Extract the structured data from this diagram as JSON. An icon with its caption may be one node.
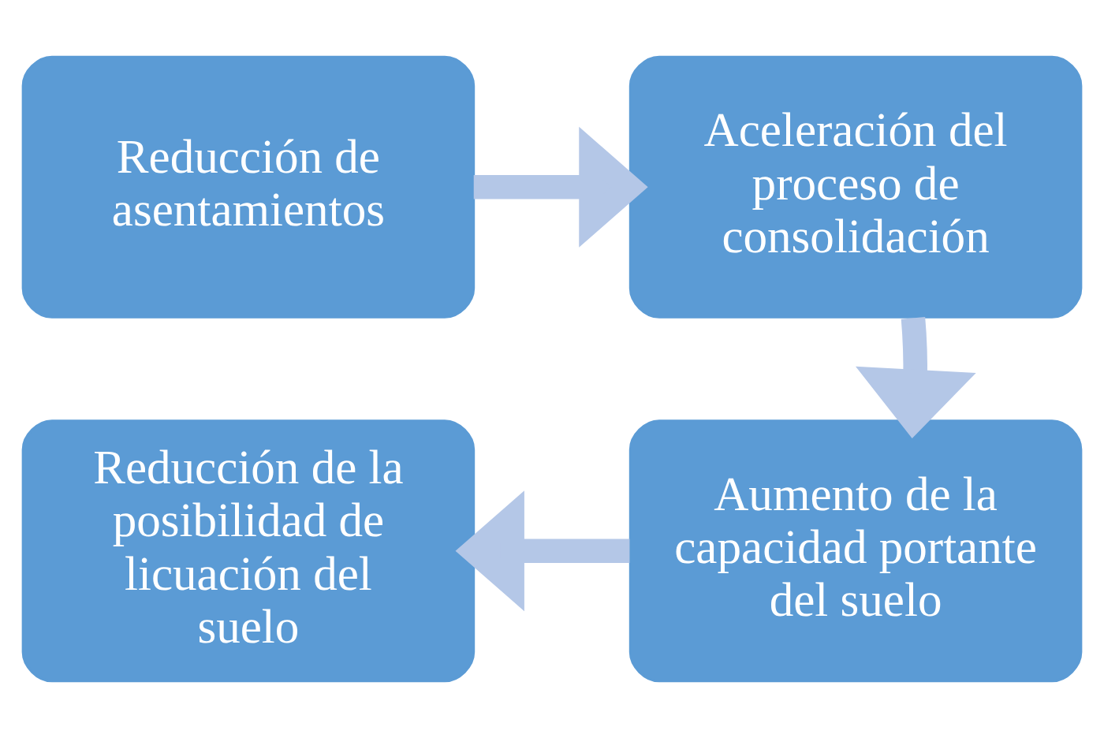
{
  "diagram": {
    "nodes": [
      {
        "text": [
          "Reducción de asentamientos"
        ]
      },
      {
        "text": [
          "Aceleración del proceso de consolidación"
        ]
      },
      {
        "text": [
          "Aumento de la capacidad portante del suelo"
        ]
      },
      {
        "text": [
          "Reducción de la posibilidad de licuación del suelo"
        ]
      }
    ],
    "edges": [
      {
        "from": 0,
        "to": 1,
        "arrow": "to"
      },
      {
        "from": 1,
        "to": 2,
        "arrow": "to"
      },
      {
        "from": 2,
        "to": 3,
        "arrow": "to"
      }
    ]
  }
}
